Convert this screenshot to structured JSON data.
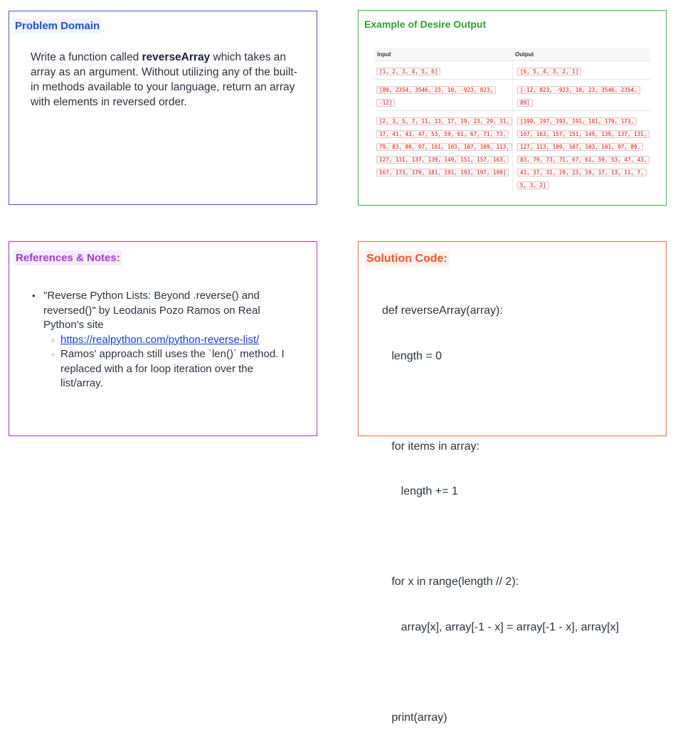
{
  "problem": {
    "title": "Problem Domain",
    "text_prefix": "Write a function called ",
    "function_name": "reverseArray",
    "text_suffix": " which takes an array as an argument. Without utilizing any of the built-in methods available to your language, return an array with elements in reversed order."
  },
  "output": {
    "title": "Example of Desire Output",
    "headers": [
      "Input",
      "Output"
    ],
    "rows": [
      {
        "input": "[1, 2, 3, 4, 5, 6]",
        "output": "[6, 5, 4, 3, 2, 1]"
      },
      {
        "input": "[89, 2354, 3546, 23, 10, -923, 823, -12]",
        "output": "[-12, 823, -923, 10, 23, 3546, 2354, 89]"
      },
      {
        "input": "[2, 3, 5, 7, 11, 13, 17, 19, 23, 29, 31, 37, 41, 43, 47, 53, 59, 61, 67, 71, 73, 79, 83, 89, 97, 101, 103, 107, 109, 113, 127, 131, 137, 139, 149, 151, 157, 163, 167, 173, 179, 181, 191, 193, 197, 199]",
        "output": "[199, 197, 193, 191, 181, 179, 173, 167, 163, 157, 151, 149, 139, 137, 131, 127, 113, 109, 107, 103, 101, 97, 89, 83, 79, 73, 71, 67, 61, 59, 53, 47, 43, 41, 37, 31, 29, 23, 19, 17, 13, 11, 7, 5, 3, 2]"
      }
    ]
  },
  "refs": {
    "title": "References & Notes:",
    "item_text": "\"Reverse Python Lists: Beyond .reverse() and reversed()\" by Leodanis Pozo Ramos on Real Python's site",
    "link_text": "https://realpython.com/python-reverse-list/",
    "note_text": "Ramos' approach still uses the `len()` method. I replaced with a for loop iteration over the list/array."
  },
  "code": {
    "title": "Solution Code:",
    "lines": [
      "def reverseArray(array):",
      "   length = 0",
      "",
      "   for items in array:",
      "      length += 1",
      "",
      "   for x in range(length // 2):",
      "      array[x], array[-1 - x] = array[-1 - x], array[x]",
      "",
      "   print(array)"
    ]
  }
}
